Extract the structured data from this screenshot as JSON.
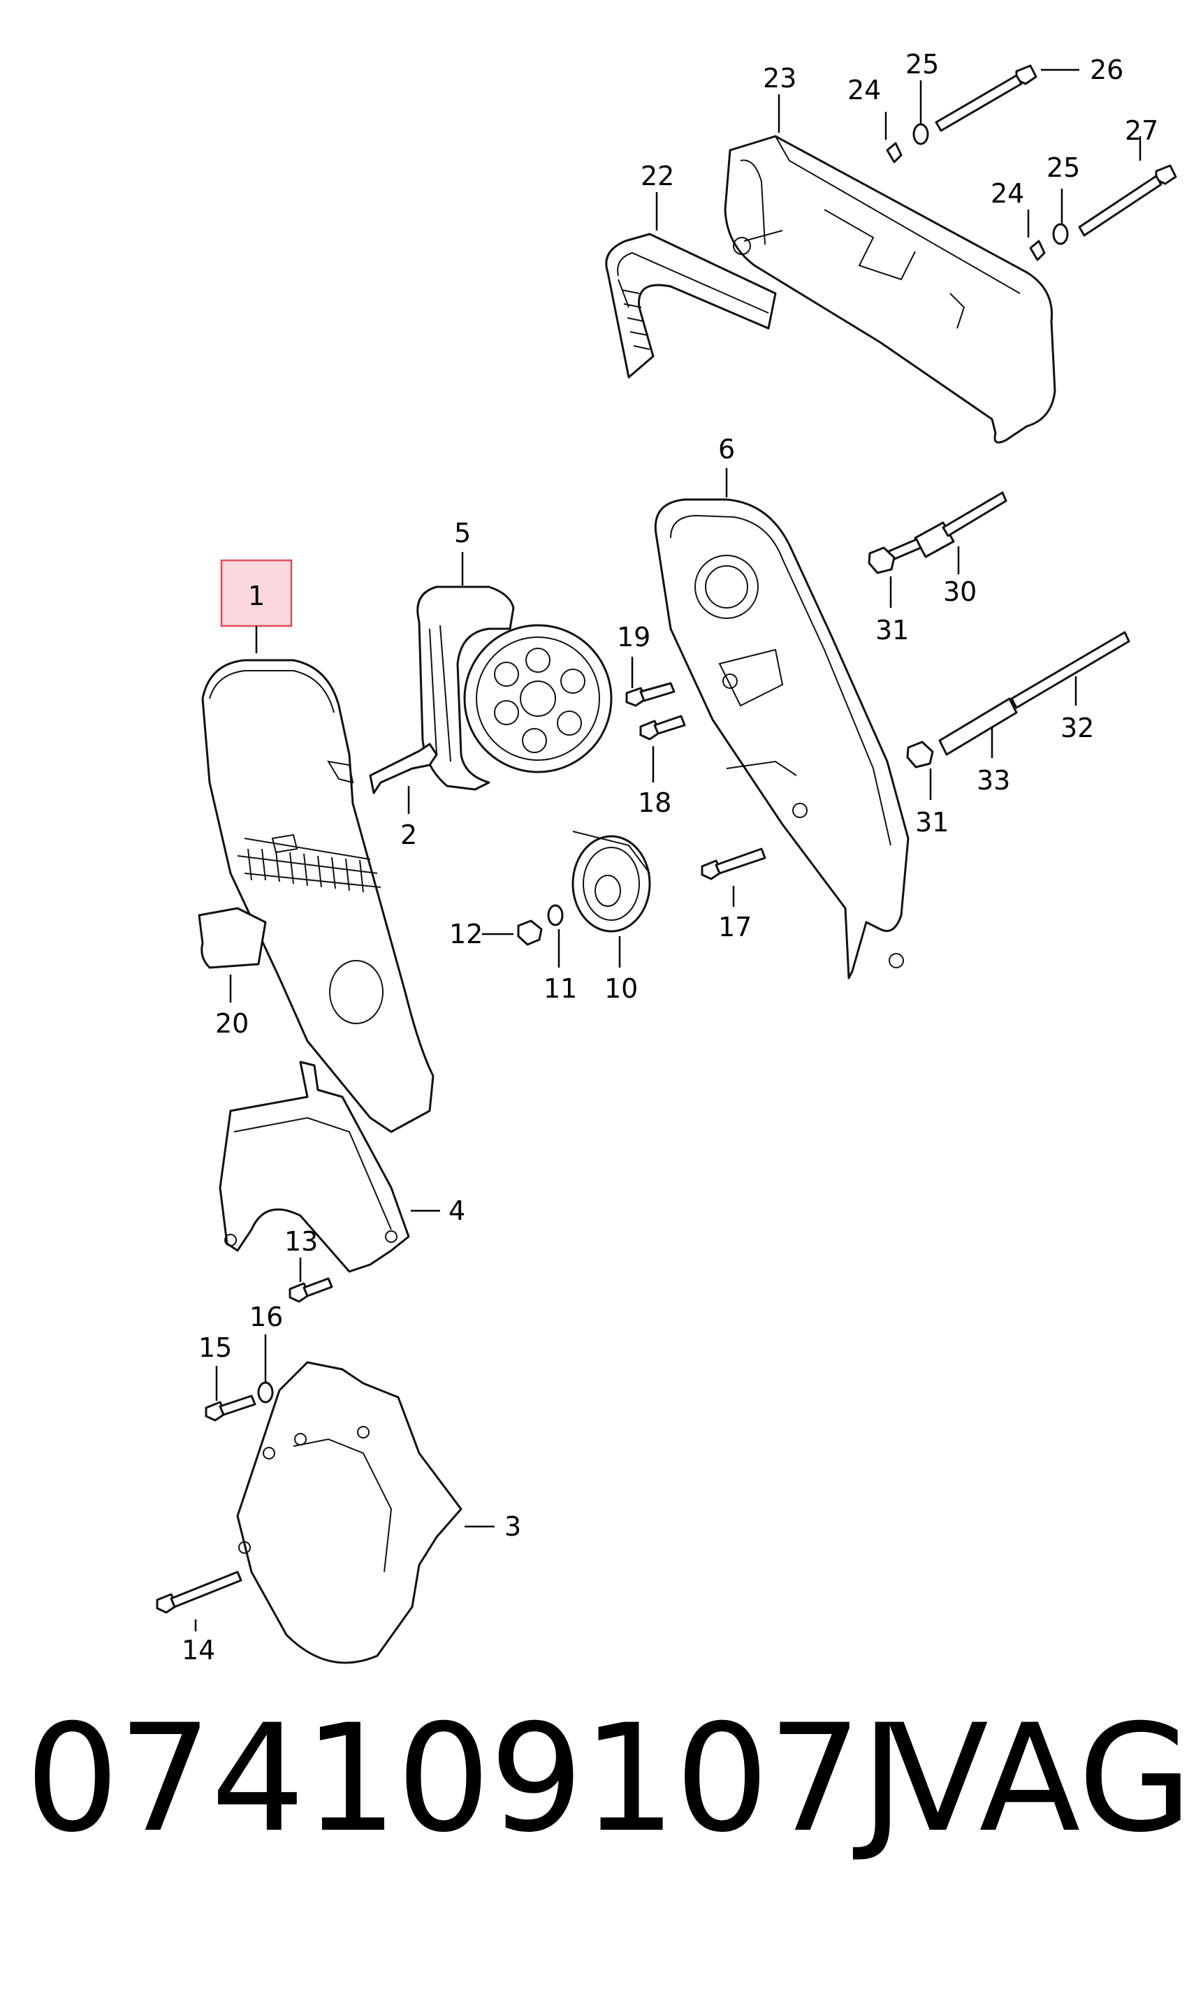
{
  "diagram": {
    "highlighted_callout": "1",
    "highlight_fill": "#f9d7dc",
    "highlight_stroke": "#e04b5e",
    "callouts": [
      "1",
      "2",
      "3",
      "4",
      "5",
      "6",
      "10",
      "11",
      "12",
      "13",
      "14",
      "15",
      "16",
      "17",
      "18",
      "19",
      "20",
      "22",
      "23",
      "24",
      "24",
      "25",
      "25",
      "26",
      "27",
      "30",
      "31",
      "31",
      "32",
      "33"
    ]
  },
  "footer": {
    "part_number": "074109107J",
    "brand": "VAG"
  }
}
